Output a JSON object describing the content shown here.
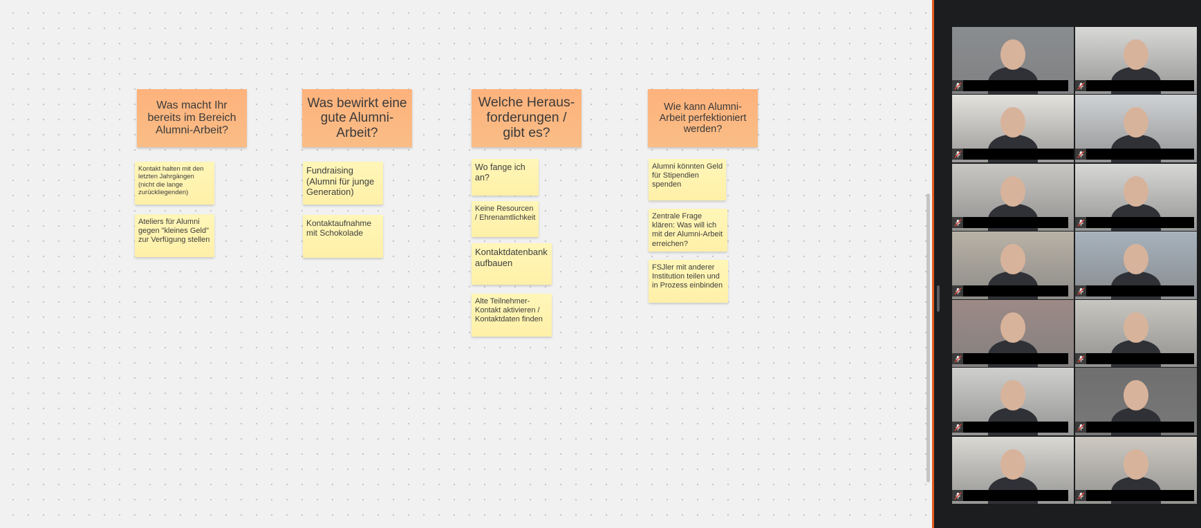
{
  "board": {
    "headers": [
      {
        "text": "Was macht Ihr bereits im Bereich Alumni-Arbeit?"
      },
      {
        "text": "Was bewirkt eine gute Alumni-Arbeit?"
      },
      {
        "text": "Welche Heraus-forderungen / gibt es?"
      },
      {
        "text": "Wie kann Alumni-Arbeit perfektioniert werden?"
      }
    ],
    "notes": [
      {
        "text": "Kontakt halten mit den letzten Jahrgängen (nicht die lange zurückliegenden)"
      },
      {
        "text": "Ateliers für Alumni gegen \"kleines Geld\" zur Verfügung stellen"
      },
      {
        "text": "Fundraising (Alumni für junge Generation)"
      },
      {
        "text": "Kontaktaufnahme mit Schokolade"
      },
      {
        "text": "Wo fange ich an?"
      },
      {
        "text": "Keine Resourcen / Ehrenamtlichkeit"
      },
      {
        "text": "Kontaktdatenbank aufbauen"
      },
      {
        "text": "Alte Teilnehmer-Kontakt aktivieren / Kontaktdaten finden"
      },
      {
        "text": "Alumni könnten Geld für Stipendien spenden"
      },
      {
        "text": "Zentrale Frage klären: Was will ich mit der Alumni-Arbeit erreichen?"
      },
      {
        "text": "FSJler mit anderer Institution teilen und in Prozess einbinden"
      }
    ]
  },
  "video_panel": {
    "participants": [
      {
        "name": "",
        "muted": true,
        "icon": "mic-off-icon",
        "active": false,
        "tone": "#8a8d90"
      },
      {
        "name": "",
        "muted": true,
        "icon": "mic-off-icon",
        "active": false,
        "tone": "#d8d8d6"
      },
      {
        "name": "",
        "muted": true,
        "icon": "mic-off-icon",
        "active": true,
        "tone": "#e4e2dd"
      },
      {
        "name": "",
        "muted": true,
        "icon": "mic-off-icon",
        "active": false,
        "tone": "#cfd2d5"
      },
      {
        "name": "",
        "muted": true,
        "icon": "mic-off-icon",
        "active": false,
        "tone": "#c9c7c3"
      },
      {
        "name": "",
        "muted": true,
        "icon": "mic-off-icon",
        "active": false,
        "tone": "#d7d7d5"
      },
      {
        "name": "",
        "muted": true,
        "icon": "mic-off-icon",
        "active": false,
        "tone": "#b9b2a6"
      },
      {
        "name": "",
        "muted": true,
        "icon": "mic-off-icon",
        "active": false,
        "tone": "#a7b2bd"
      },
      {
        "name": "",
        "muted": true,
        "icon": "mic-off-icon",
        "active": false,
        "tone": "#9c8a86"
      },
      {
        "name": "",
        "muted": true,
        "icon": "mic-off-icon",
        "active": false,
        "tone": "#c8c6c0"
      },
      {
        "name": "",
        "muted": true,
        "icon": "mic-off-icon",
        "active": false,
        "tone": "#cfcfcd"
      },
      {
        "name": "",
        "muted": true,
        "icon": "mic-off-icon",
        "active": false,
        "tone": "#6f6f6f"
      },
      {
        "name": "",
        "muted": true,
        "icon": "mic-off-icon",
        "active": false,
        "tone": "#d9d8d3"
      },
      {
        "name": "",
        "muted": true,
        "icon": "mic-off-icon",
        "active": false,
        "tone": "#cdc9c2"
      }
    ]
  },
  "colors": {
    "accent_divider": "#e35b1d",
    "header_note": "#ffb27c",
    "sticky_note": "#fff3ad",
    "active_speaker": "#45c46b",
    "panel_bg": "#1b1d1f"
  }
}
